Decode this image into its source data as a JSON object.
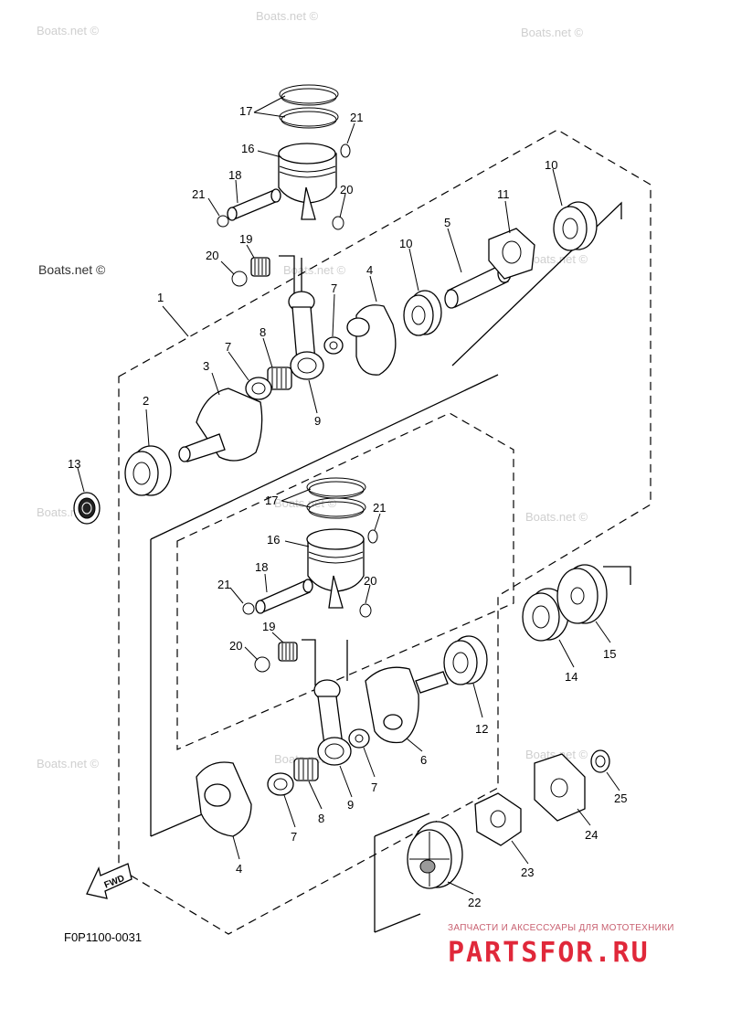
{
  "watermarks": {
    "text": "Boats.net ©",
    "prominent": "Boats.net ©"
  },
  "diagram_code": "F0P1100-0031",
  "fwd_label": "FWD",
  "brand": {
    "tagline": "ЗАПЧАСТИ И АКСЕССУАРЫ ДЛЯ МОТОТЕХНИКИ",
    "name": "PARTSFOR.RU",
    "color": "#e0283a"
  },
  "callouts": {
    "c1": "1",
    "c2": "2",
    "c3": "3",
    "c4a": "4",
    "c4b": "4",
    "c5": "5",
    "c6": "6",
    "c7a": "7",
    "c7b": "7",
    "c7c": "7",
    "c7d": "7",
    "c8a": "8",
    "c8b": "8",
    "c9a": "9",
    "c9b": "9",
    "c10a": "10",
    "c10b": "10",
    "c11": "11",
    "c12": "12",
    "c13": "13",
    "c14": "14",
    "c15": "15",
    "c16a": "16",
    "c16b": "16",
    "c17a": "17",
    "c17b": "17",
    "c18a": "18",
    "c18b": "18",
    "c19a": "19",
    "c19b": "19",
    "c20a": "20",
    "c20b": "20",
    "c20c": "20",
    "c20d": "20",
    "c21a": "21",
    "c21b": "21",
    "c21c": "21",
    "c21d": "21",
    "c22": "22",
    "c23": "23",
    "c24": "24",
    "c25": "25"
  }
}
